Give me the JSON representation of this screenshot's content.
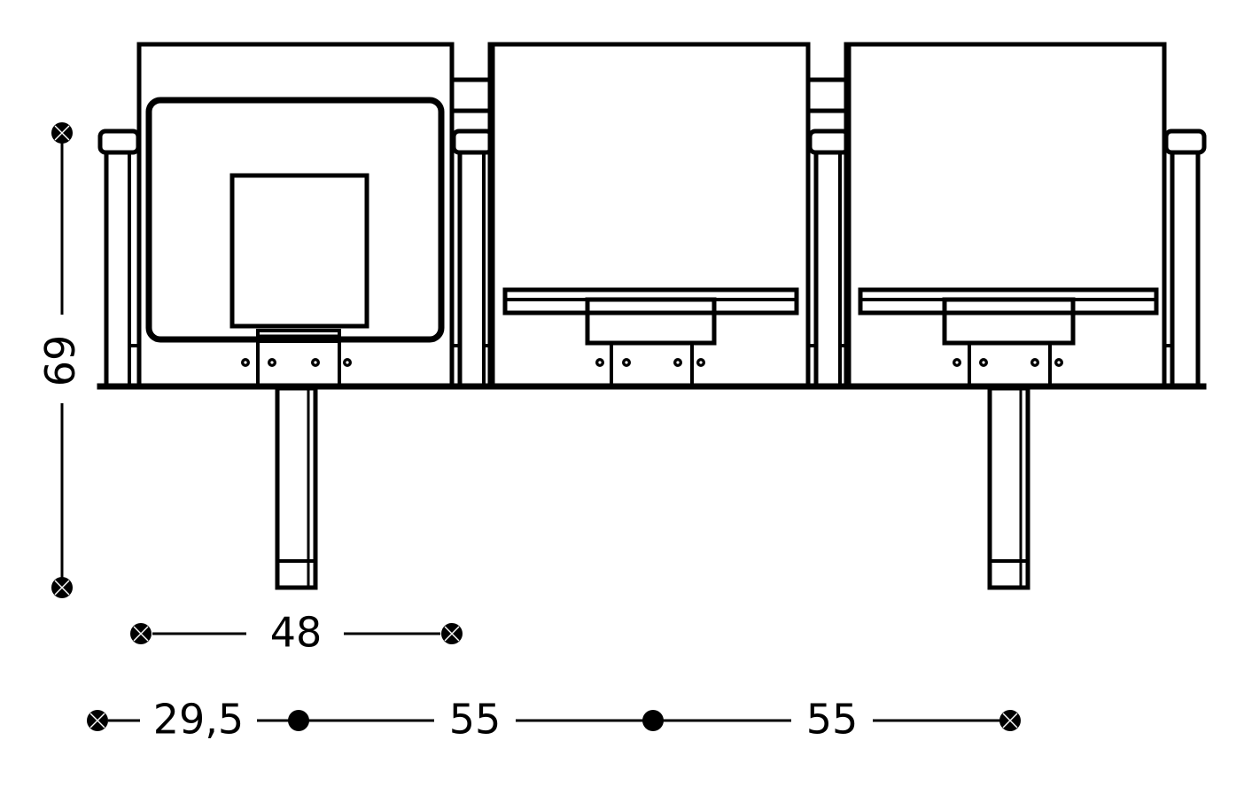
{
  "drawing": {
    "type": "technical-elevation-drawing",
    "subject": "three-seat beam seating front elevation",
    "background_color": "#ffffff",
    "line_color": "#000000",
    "units_note_visible": false
  },
  "dimensions": {
    "height": {
      "label": "69",
      "orientation": "vertical",
      "position": "left"
    },
    "seat_width": {
      "label": "48",
      "orientation": "horizontal",
      "position": "upper-row"
    },
    "end_offset": {
      "label": "29,5",
      "orientation": "horizontal",
      "position": "lower-row"
    },
    "pitch_1": {
      "label": "55",
      "orientation": "horizontal",
      "position": "lower-row"
    },
    "pitch_2": {
      "label": "55",
      "orientation": "horizontal",
      "position": "lower-row"
    }
  },
  "dimension_rows": {
    "upper": [
      "48"
    ],
    "lower": [
      "29,5",
      "55",
      "55"
    ],
    "vertical": [
      "69"
    ]
  },
  "seats": [
    {
      "index": 1,
      "name": "seat-left",
      "seat_state": "down-with-occupant-panel"
    },
    {
      "index": 2,
      "name": "seat-middle",
      "seat_state": "folded-up"
    },
    {
      "index": 3,
      "name": "seat-right",
      "seat_state": "folded-up"
    }
  ],
  "legs": [
    {
      "index": 1,
      "name": "leg-left"
    },
    {
      "index": 2,
      "name": "leg-right"
    }
  ],
  "armrests": [
    {
      "index": 1,
      "name": "armrest-1"
    },
    {
      "index": 2,
      "name": "armrest-2"
    },
    {
      "index": 3,
      "name": "armrest-3"
    },
    {
      "index": 4,
      "name": "armrest-4"
    }
  ],
  "bolt_groups": [
    {
      "index": 1,
      "name": "bolt-group-left",
      "count": 4
    },
    {
      "index": 2,
      "name": "bolt-group-middle",
      "count": 4
    },
    {
      "index": 3,
      "name": "bolt-group-right",
      "count": 4
    }
  ]
}
